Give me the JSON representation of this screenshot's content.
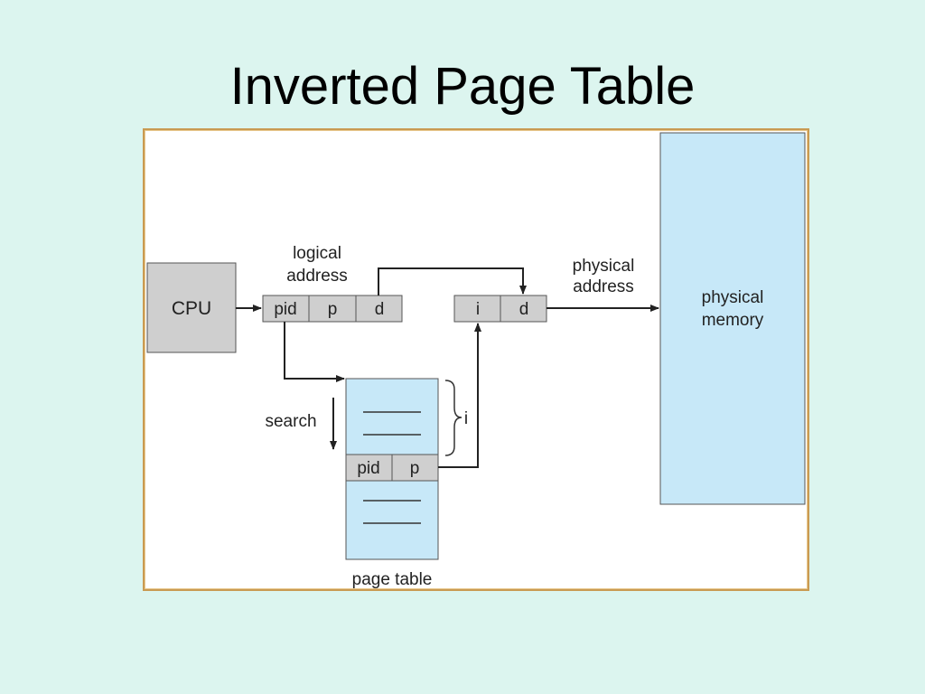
{
  "title": "Inverted Page Table",
  "diagram": {
    "cpu_label": "CPU",
    "logical_address_label": [
      "logical",
      "address"
    ],
    "logical_fields": [
      "pid",
      "p",
      "d"
    ],
    "physical_fields": [
      "i",
      "d"
    ],
    "physical_address_label": [
      "physical",
      "address"
    ],
    "physical_memory_label": [
      "physical",
      "memory"
    ],
    "search_label": "search",
    "index_label": "i",
    "entry_fields": [
      "pid",
      "p"
    ],
    "page_table_label": "page table"
  },
  "colors": {
    "background": "#dcf5ef",
    "memory_fill": "#c7e8f8",
    "box_gray": "#cfcfcf",
    "frame_border": "#c99a52"
  }
}
